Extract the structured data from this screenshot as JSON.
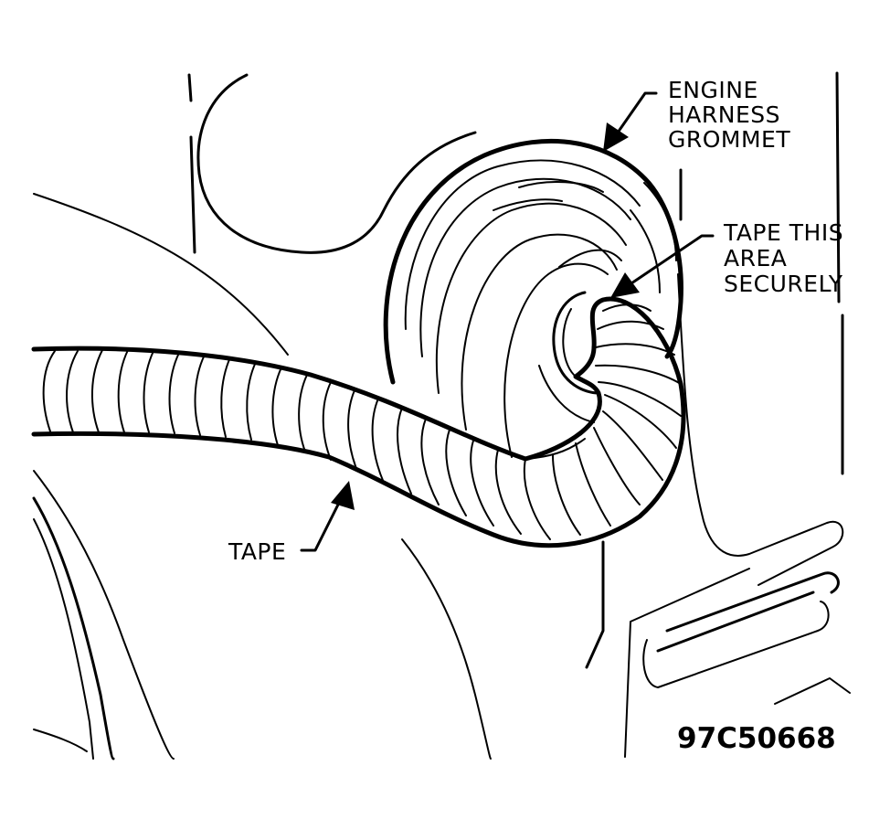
{
  "labels": {
    "grommet": [
      "ENGINE",
      "HARNESS",
      "GROMMET"
    ],
    "tape_area": [
      "TAPE THIS",
      "AREA",
      "SECURELY"
    ],
    "tape": "TAPE",
    "figure_id": "97C50668"
  },
  "colors": {
    "line": "#000000",
    "background": "#ffffff"
  }
}
